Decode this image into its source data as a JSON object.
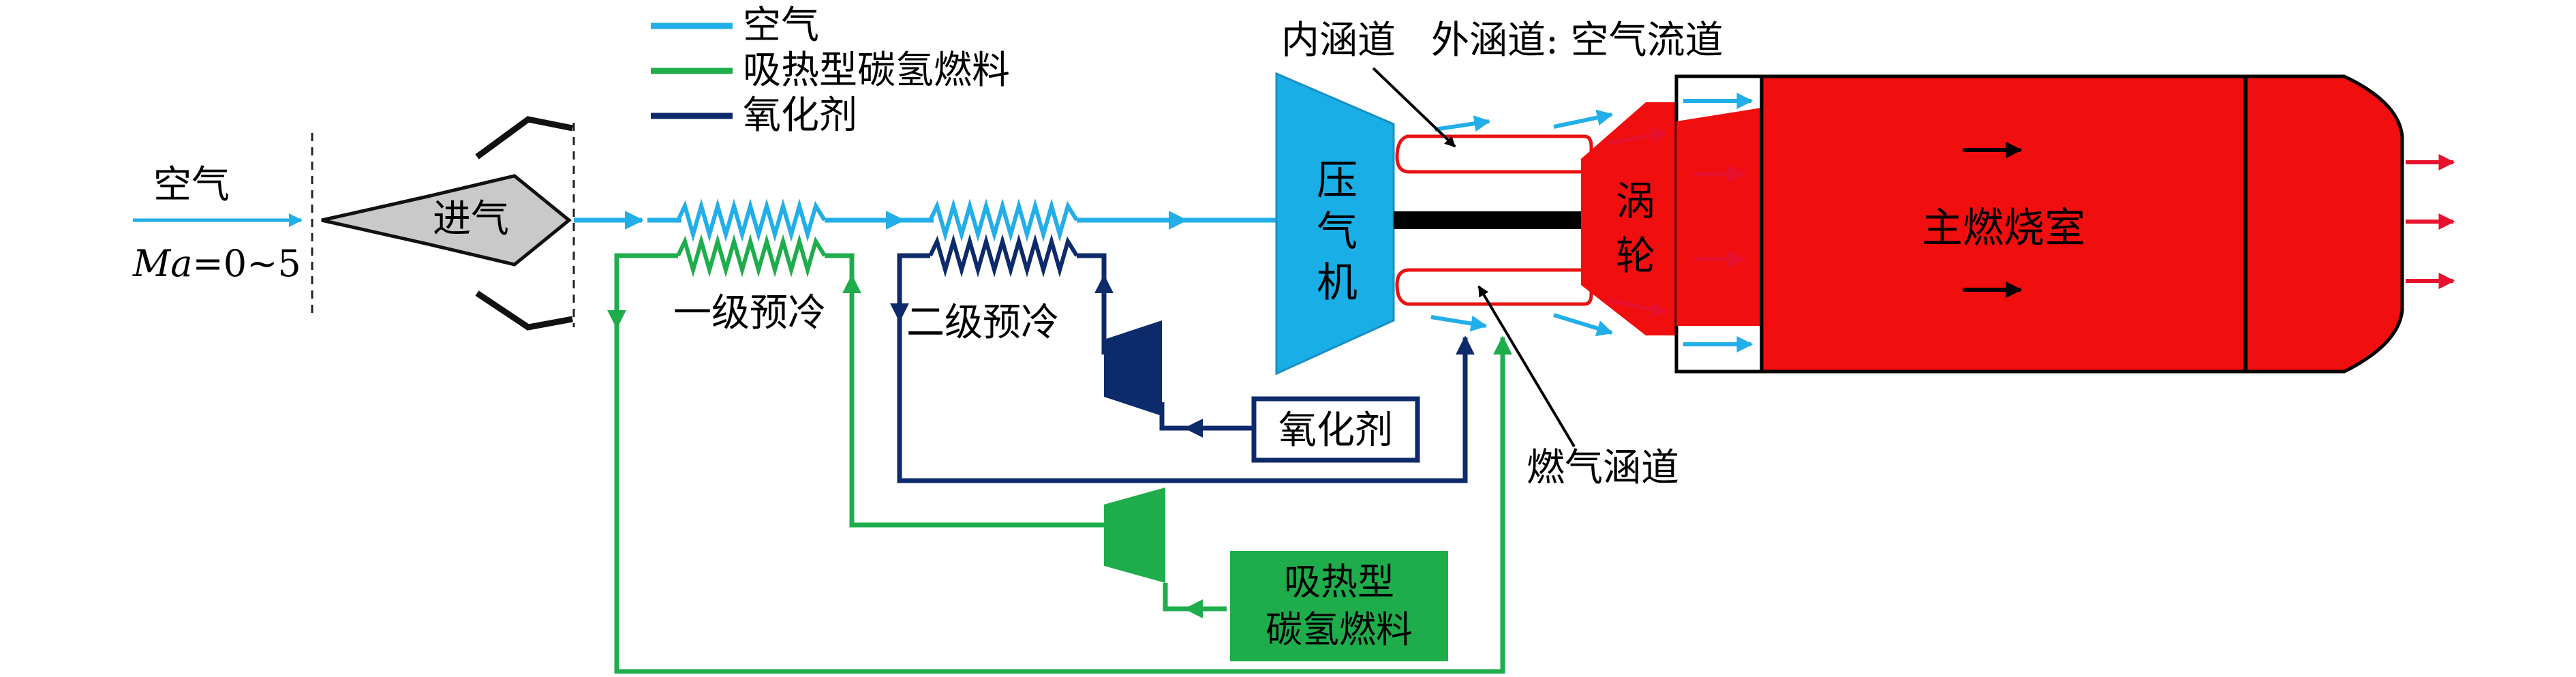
{
  "legend": [
    {
      "label": "空气",
      "color": "#22aee8"
    },
    {
      "label": "吸热型碳氢燃料",
      "color": "#1fad4c"
    },
    {
      "label": "氧化剂",
      "color": "#0d2a6a"
    }
  ],
  "inlet": {
    "air_label": "空气",
    "mach_prefix": "Ma",
    "mach_suffix": "=0~5",
    "intake_label": "进气"
  },
  "precoolers": {
    "stage1_label": "一级预冷",
    "stage2_label": "二级预冷"
  },
  "engine": {
    "compressor_label": [
      "压",
      "气",
      "机"
    ],
    "turbine_label": [
      "涡",
      "轮"
    ],
    "combustor_label": "主燃烧室",
    "inner_duct_label": "内涵道",
    "outer_duct_label": "外涵道: 空气流道",
    "gas_duct_label": "燃气涵道"
  },
  "tanks": {
    "oxidizer_label": "氧化剂",
    "fuel_label_line1": "吸热型",
    "fuel_label_line2": "碳氢燃料"
  },
  "colors": {
    "air": "#22aee8",
    "fuel": "#1fad4c",
    "oxidizer": "#0d2a6a",
    "compressor": "#1aaee6",
    "combustor": "#f10e0e",
    "exhaust_arrow": "#e8112d"
  }
}
